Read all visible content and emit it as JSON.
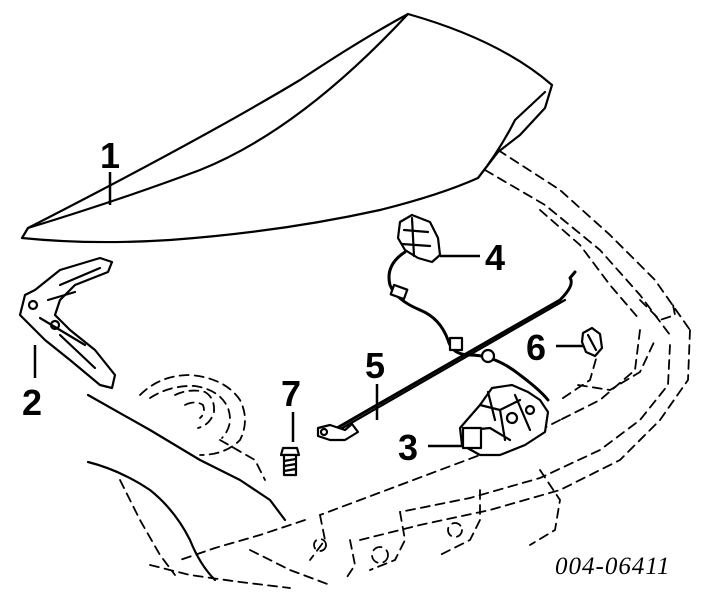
{
  "callouts": [
    {
      "id": "1",
      "label": "1"
    },
    {
      "id": "2",
      "label": "2"
    },
    {
      "id": "3",
      "label": "3"
    },
    {
      "id": "4",
      "label": "4"
    },
    {
      "id": "5",
      "label": "5"
    },
    {
      "id": "6",
      "label": "6"
    },
    {
      "id": "7",
      "label": "7"
    }
  ],
  "reference_code": "004-06411"
}
